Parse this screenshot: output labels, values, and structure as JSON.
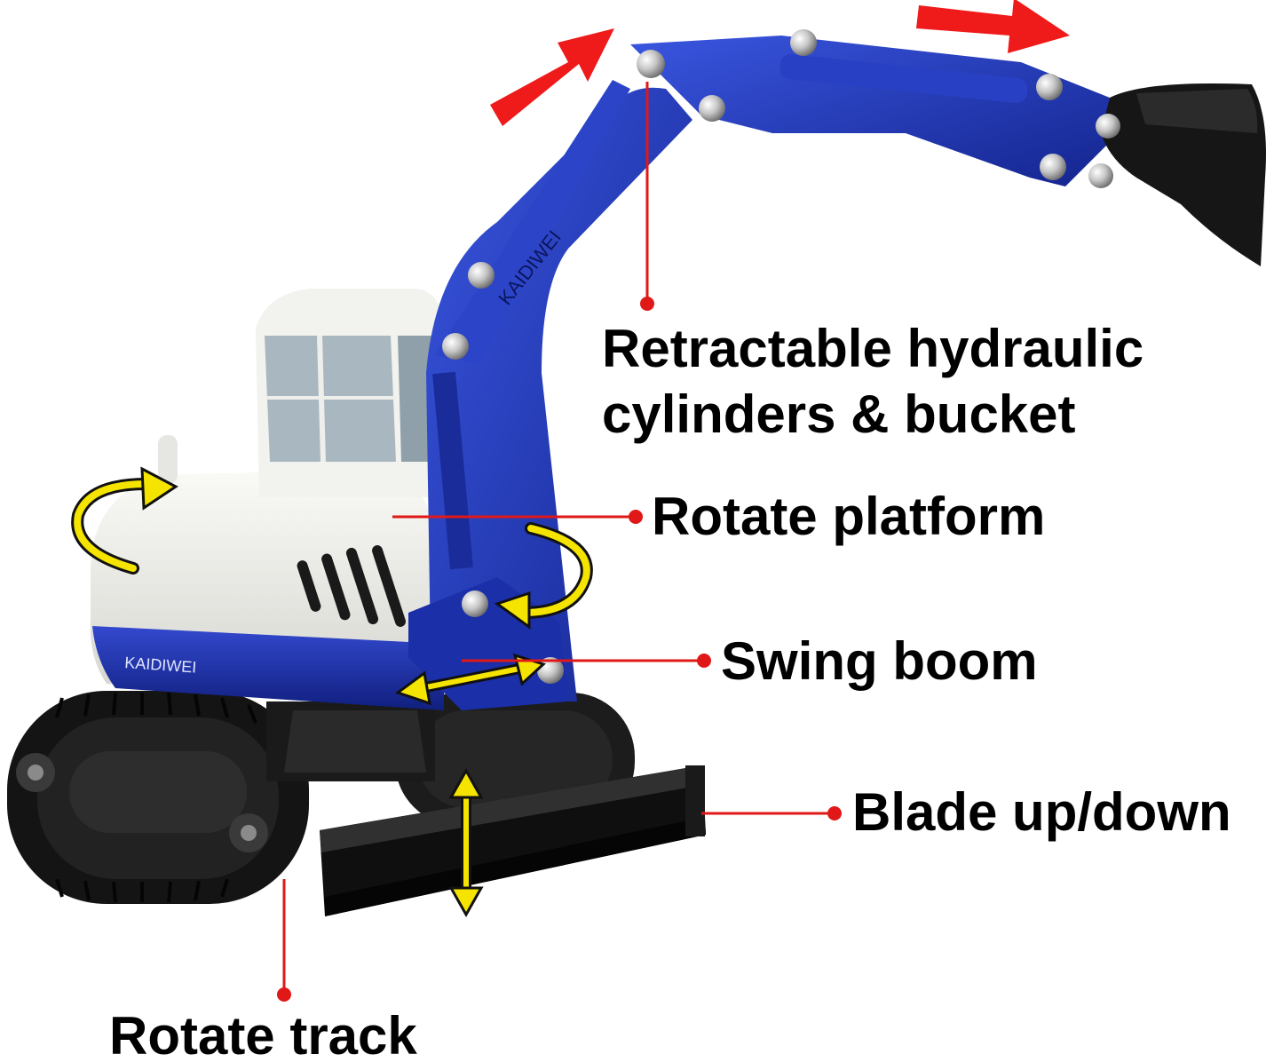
{
  "callouts": {
    "hydraulic": {
      "line1": "Retractable hydraulic",
      "line2": "cylinders & bucket"
    },
    "platform": "Rotate platform",
    "swing": "Swing boom",
    "blade": "Blade up/down",
    "track": "Rotate track"
  },
  "brand": {
    "boom_text": "KAIDIWEI",
    "body_text": "KAIDIWEI"
  },
  "colors": {
    "boom_blue": "#1f35b8",
    "body_white": "#ecece8",
    "track_black": "#151515",
    "leader_red": "#e01818",
    "motion_arrow_red": "#ef1a1a",
    "rotation_arrow_yellow": "#f5e400"
  }
}
